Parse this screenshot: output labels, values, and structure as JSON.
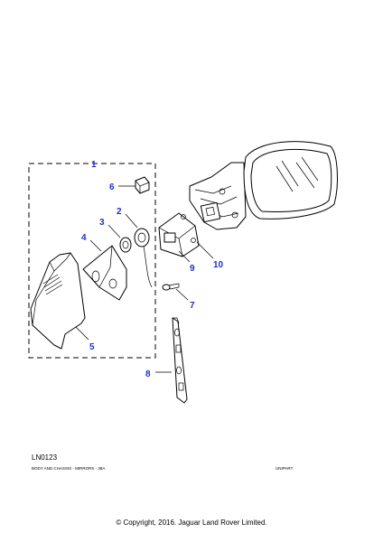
{
  "diagram": {
    "callouts": [
      "1",
      "2",
      "3",
      "4",
      "5",
      "6",
      "7",
      "8",
      "9",
      "10"
    ]
  },
  "footer": {
    "code": "LN0123",
    "caption": "BODY AND CHASSIS - MIRRORS - 38A",
    "brand": "UNIPART",
    "copyright": "© Copyright, 2016. Jaguar Land Rover Limited."
  }
}
